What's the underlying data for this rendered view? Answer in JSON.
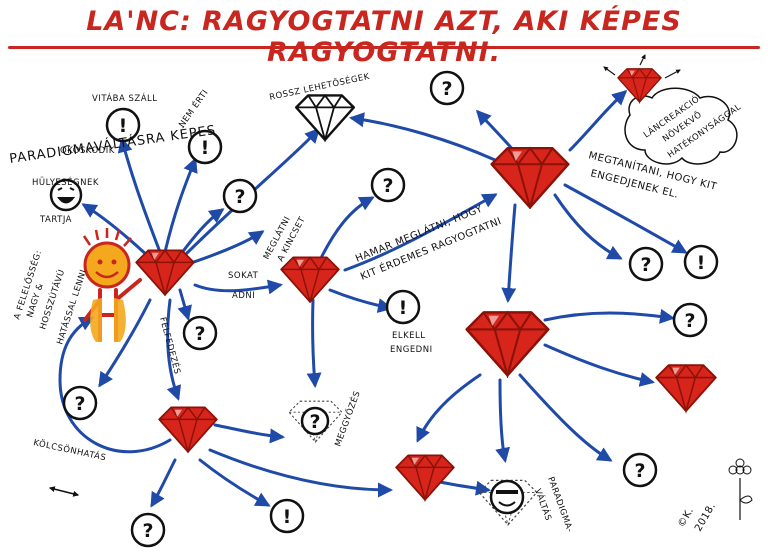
{
  "title": "LA'NC: RAGYOGTATNI AZT, AKI KÉPES RAGYOGTATNI.",
  "colors": {
    "accent": "#c8261f",
    "arrow": "#1f4aa8",
    "ink": "#111111"
  },
  "labels": {
    "paradigmavaltasra": "PARADIGMAVÁLTÁSRA KÉPES",
    "vitaba_sall": "VITÁBA SZÁLL",
    "okoskodik": "OKOSKODIK",
    "nem_erti": "NEM ÉRTI",
    "hulyesegnek": "HÜLYESÉGNEK",
    "tartja": "TARTJA",
    "rossz_lehetosegek": "ROSSZ LEHETŐSÉGEK",
    "felelosseg_1": "A FELELŐSSÉG:",
    "felelosseg_2": "NAGY &",
    "felelosseg_3": "HOSSZÚTÁVÚ",
    "felelosseg_4": "HATÁSSAL LENNI",
    "sokat": "SOKAT",
    "adni": "ADNI",
    "meglatni_1": "MEGLÁTNI",
    "meglatni_2": "A KINCSET",
    "hamar_1": "HAMAR MEGLÁTNI, HOGY",
    "hamar_2": "KIT ÉRDEMES RAGYOGTATNI",
    "megtanitani_1": "MEGTANÍTANI, HOGY KIT",
    "megtanitani_2": "ENGEDJENEK EL.",
    "lancreakcio_1": "LÁNCREAKCIÓ",
    "lancreakcio_2": "NÖVEKVŐ",
    "lancreakcio_3": "HATÉKONYSÁGGAL",
    "elkell_1": "ELKELL",
    "elkell_2": "ENGEDNI",
    "felfedezes": "FELFEDEZÉS",
    "meggyozes": "MEGGYŐZÉS",
    "kolcsonhatas": "KÖLCSÖNHATÁS",
    "paradigma_1": "PARADIGMA-",
    "paradigma_2": "VÁLTÁS",
    "signature_1": "©K.",
    "signature_2": "2018."
  },
  "node_marks": {
    "question": "?",
    "exclaim": "!"
  },
  "legend_icons": [
    "diamond-icon",
    "question-circle-icon",
    "exclamation-circle-icon",
    "smiley-face-icon",
    "flower-icon"
  ]
}
